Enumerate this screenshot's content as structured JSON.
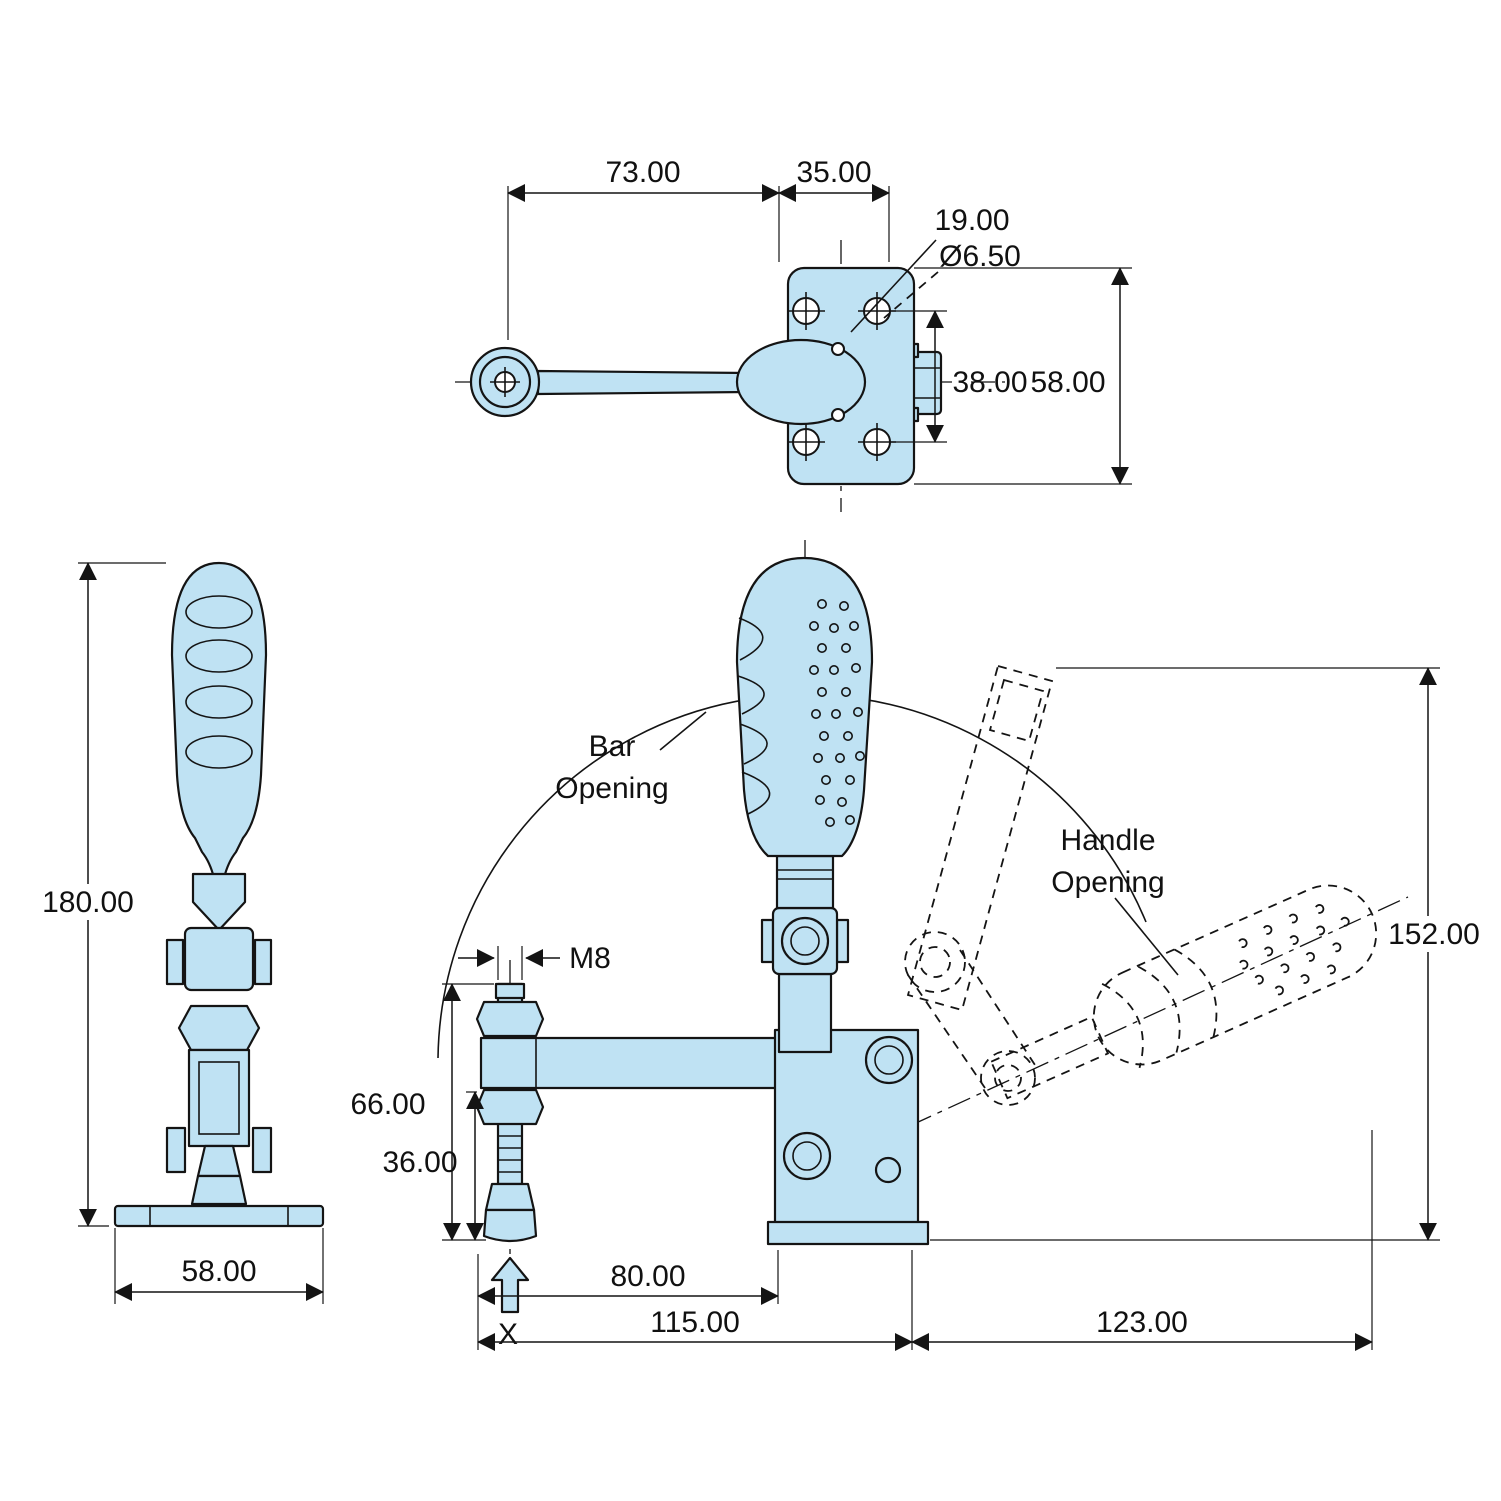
{
  "drawing": {
    "type": "technical-dimension-drawing",
    "subject": "Vertical handle toggle clamp - top, side and front views with open-position shown dashed",
    "colors": {
      "part_fill": "#bfe2f3",
      "line_color": "#141414",
      "background": "#ffffff"
    },
    "top_view": {
      "dim_handle_length": "73.00",
      "dim_hole_spacing": "35.00",
      "dim_offset": "19.00",
      "dim_hole_diameter": "Ø6.50",
      "dim_inner_height": "38.00",
      "dim_outer_height": "58.00"
    },
    "side_view": {
      "dim_overall_height": "180.00",
      "dim_base_width": "58.00"
    },
    "front_view": {
      "dim_spindle_thread": "M8",
      "dim_bar_height": "66.00",
      "dim_spindle_travel": "36.00",
      "dim_bar_length": "80.00",
      "dim_overall_length": "115.00",
      "dim_handle_reach": "123.00",
      "dim_open_height": "152.00",
      "datum_label": "X",
      "bar_opening_line1": "Bar",
      "bar_opening_line2": "Opening",
      "handle_opening_line1": "Handle",
      "handle_opening_line2": "Opening"
    }
  }
}
